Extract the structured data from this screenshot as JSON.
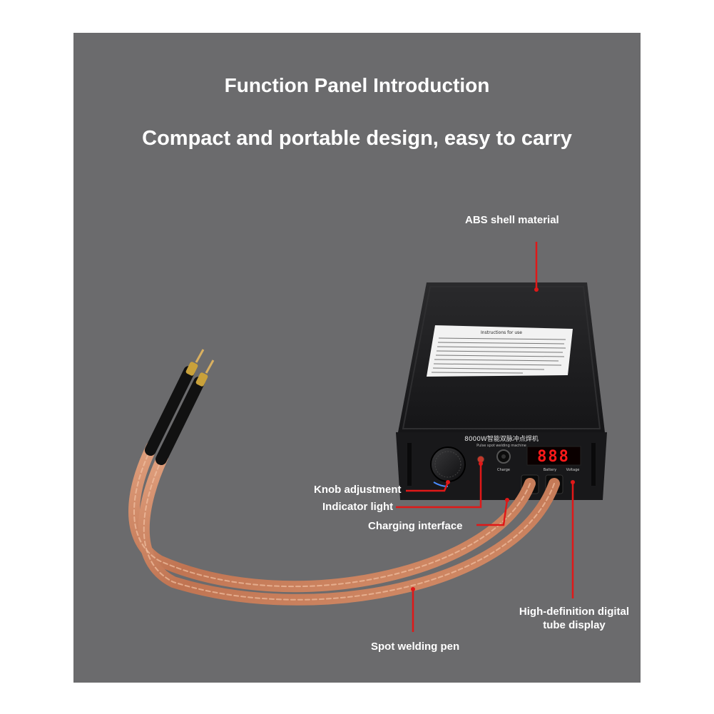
{
  "header": {
    "title": "Function Panel Introduction",
    "subtitle": "Compact and portable design, easy to carry"
  },
  "callouts": {
    "abs_shell": "ABS shell material",
    "knob": "Knob adjustment",
    "indicator": "Indicator light",
    "charging": "Charging interface",
    "display": "High-definition digital tube display",
    "pen": "Spot welding pen"
  },
  "device": {
    "model_label": "8000W智能双脉冲点焊机",
    "model_sublabel": "Pulse spot welding machine",
    "display_digits": "888",
    "label_charge": "Charge",
    "label_battery": "Battery",
    "label_voltage": "Voltage",
    "instructions_title": "Instructions for use"
  },
  "colors": {
    "background": "#6b6b6d",
    "callout_line": "#e01818",
    "device_body": "#1c1c1e",
    "display_red": "#ff1a1a",
    "cable_copper": "#c9825e"
  }
}
